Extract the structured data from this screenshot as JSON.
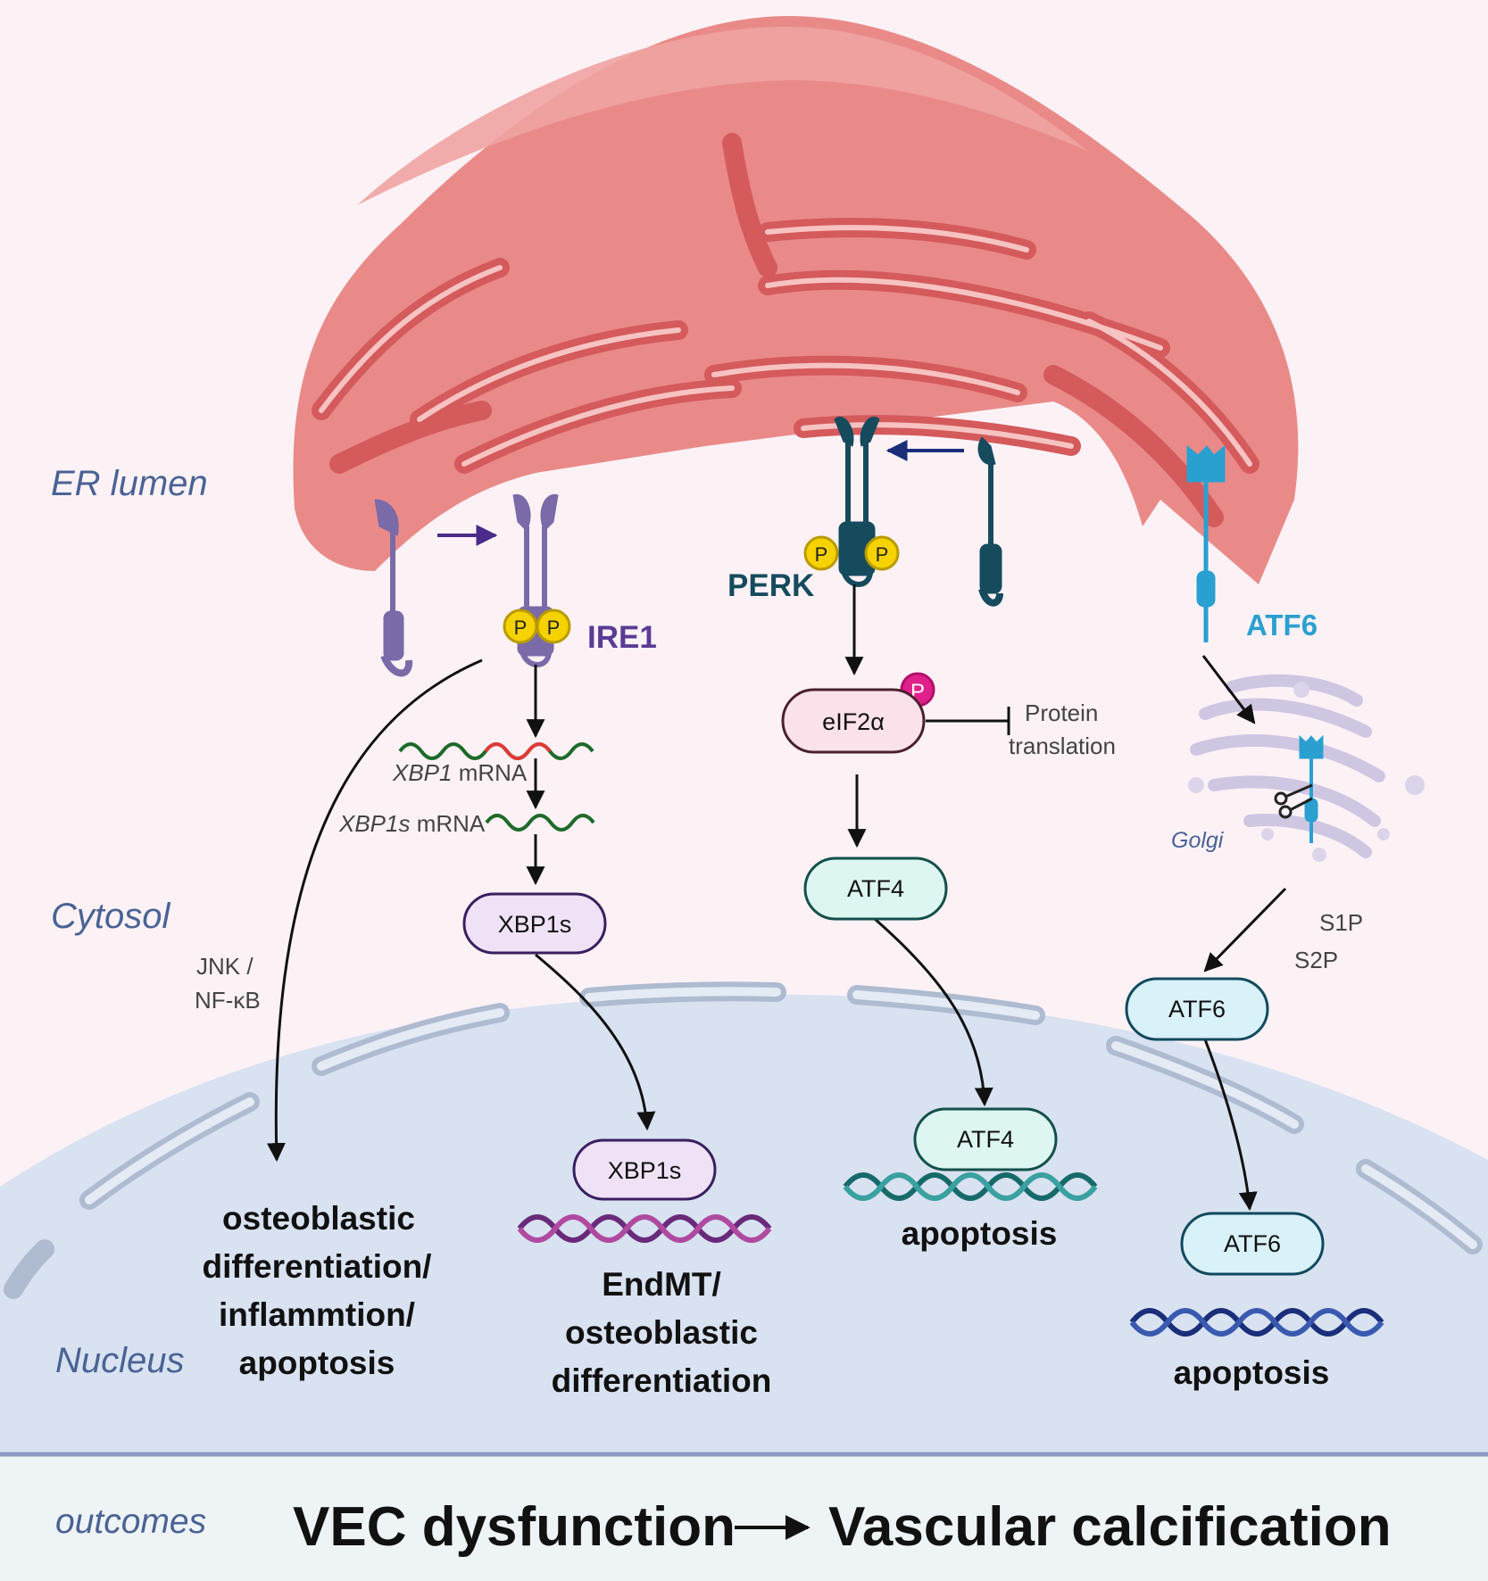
{
  "regions": {
    "er_lumen": "ER lumen",
    "cytosol": "Cytosol",
    "nucleus": "Nucleus",
    "golgi": "Golgi",
    "outcomes": "outcomes"
  },
  "sensors": {
    "ire1": "IRE1",
    "perk": "PERK",
    "atf6": "ATF6",
    "phospho": "P"
  },
  "ire1_branch": {
    "xbp1_mrna_gene": "XBP1",
    "xbp1_mrna_suffix": " mRNA",
    "xbp1s_mrna_gene": "XBP1s",
    "xbp1s_mrna_suffix": " mRNA",
    "xbp1s_cyto": "XBP1s",
    "xbp1s_nuc": "XBP1s",
    "jnk": "JNK /",
    "nfkb": "NF-κB",
    "outcome_left": [
      "osteoblastic",
      "differentiation/",
      "inflammtion/",
      "apoptosis"
    ],
    "outcome_right": [
      "EndMT/",
      "osteoblastic",
      "differentiation"
    ]
  },
  "perk_branch": {
    "eif2a": "eIF2α",
    "protein": "Protein",
    "translation": "translation",
    "atf4_cyto": "ATF4",
    "atf4_nuc": "ATF4",
    "outcome": "apoptosis"
  },
  "atf6_branch": {
    "s1p": "S1P",
    "s2p": "S2P",
    "atf6_cyto": "ATF6",
    "atf6_nuc": "ATF6",
    "outcome": "apoptosis"
  },
  "footer": {
    "left": "VEC dysfunction",
    "right": "Vascular calcification"
  },
  "colors": {
    "background": "#fcf2f6",
    "er": "#e98a89",
    "er_dark": "#d45a5c",
    "nucleus": "#d8e2f1",
    "ire1": "#7a6aa8",
    "perk": "#164b5e",
    "atf6": "#2aa0d0",
    "phospho": "#f5d200",
    "region_text": "#4a6394"
  }
}
